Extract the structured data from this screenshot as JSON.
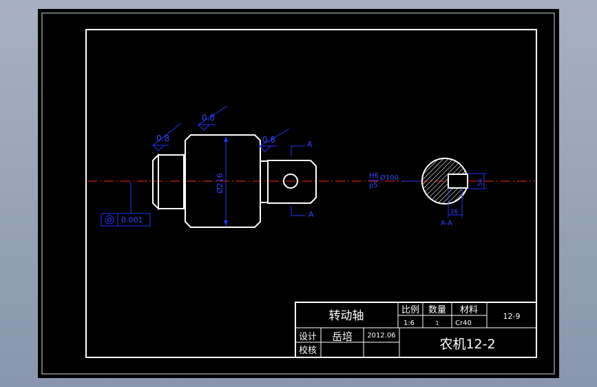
{
  "annotations": {
    "roughness_1": "0.8",
    "roughness_2": "0.8",
    "roughness_3": "0.8",
    "datum_top": "A",
    "datum_bottom": "A",
    "diameter": "Ø216",
    "tolerance_value": "0.001",
    "fit_upper": "H6",
    "fit_lower": "p5",
    "fit_diameter": "Ø100",
    "dim_height": "56",
    "dim_width": "26",
    "section": "A-A"
  },
  "title_block": {
    "part_name": "转动轴",
    "header_scale": "比例",
    "header_quantity": "数量",
    "header_material": "材料",
    "scale_value": "1:6",
    "quantity_value": "1",
    "material_value": "Cr40",
    "drawing_code": "12-9",
    "design_label": "设计",
    "designer": "岳培",
    "date": "2012.06",
    "check_label": "校核",
    "drawing_name": "农机12-2"
  },
  "colors": {
    "background": "#000000",
    "lines": "#ffffff",
    "dimensions": "#2233ff",
    "centerline": "#ff2222"
  }
}
